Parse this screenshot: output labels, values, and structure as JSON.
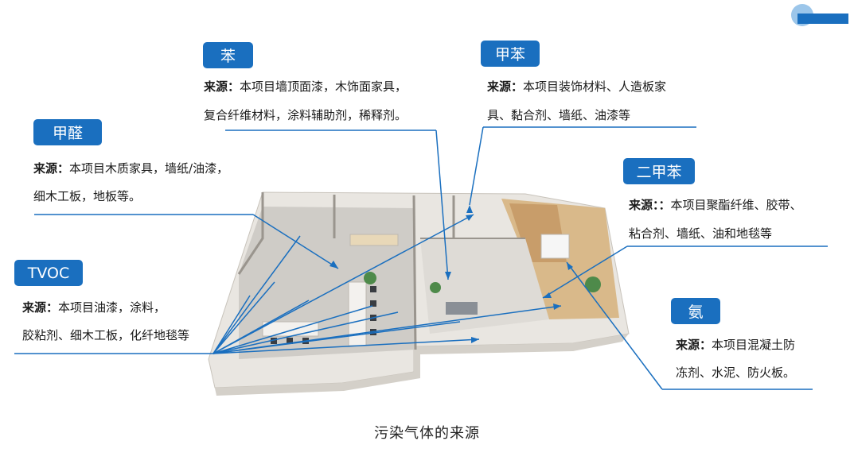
{
  "labels": [
    {
      "id": "benzene",
      "tag": "苯",
      "src_label": "来源：",
      "line1": "本项目墙顶面漆，木饰面家具，",
      "line2": "复合纤维材料，涂料辅助剂，稀释剂。"
    },
    {
      "id": "toluene",
      "tag": "甲苯",
      "src_label": "来源：",
      "line1": "本项目装饰材料、人造板家",
      "line2": "具、黏合剂、墙纸、油漆等"
    },
    {
      "id": "formaldehyde",
      "tag": "甲醛",
      "src_label": "来源：",
      "line1": "本项目木质家具，墙纸/油漆，",
      "line2": "细木工板，地板等。"
    },
    {
      "id": "xylene",
      "tag": "二甲苯",
      "src_label": "来源：：",
      "line1": "本项目聚酯纤维、胶带、",
      "line2": "粘合剂、墙纸、油和地毯等"
    },
    {
      "id": "tvoc",
      "tag": "TVOC",
      "src_label": "来源：",
      "line1": "本项目油漆，涂料，",
      "line2": "胶粘剂、细木工板，化纤地毯等"
    },
    {
      "id": "ammonia",
      "tag": "氨",
      "src_label": "来源：",
      "line1": "本项目混凝土防",
      "line2": "冻剂、水泥、防火板。"
    }
  ],
  "caption": "污染气体的来源",
  "colors": {
    "accent": "#1a6fbf",
    "accent_light": "#9cc6ea"
  }
}
